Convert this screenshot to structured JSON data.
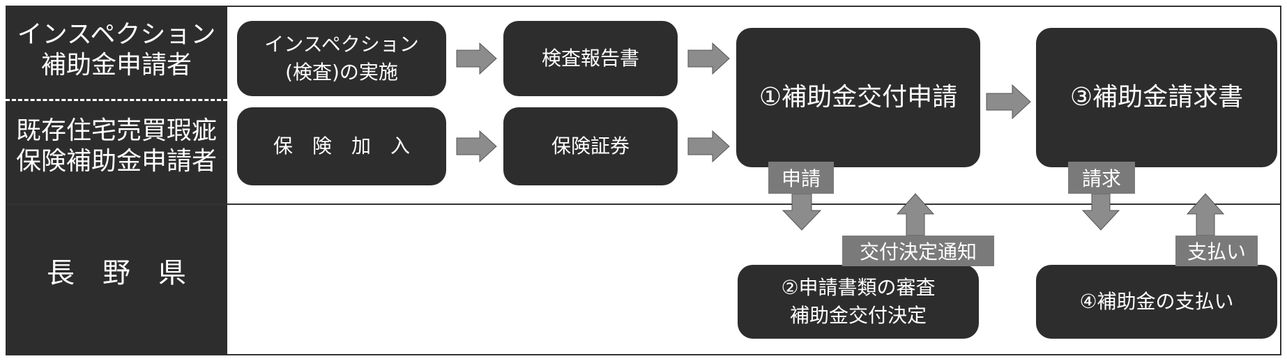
{
  "left_column": {
    "inspection_applicant": "インスペクション\n補助金申請者",
    "insurance_applicant": "既存住宅売買瑕疵\n保険補助金申請者",
    "prefecture": "長　野　県"
  },
  "boxes": {
    "inspection": "インスペクション\n(検査)の実施",
    "report": "検査報告書",
    "insurance": "保　険　加　入",
    "certificate": "保険証券",
    "grant_application": "①補助金交付申請",
    "grant_invoice": "③補助金請求書",
    "review": "②申請書類の審査\n補助金交付決定",
    "payment": "④補助金の支払い"
  },
  "tags": {
    "apply": "申請",
    "decision_notice": "交付決定通知",
    "request": "請求",
    "pay": "支払い"
  },
  "colors": {
    "box": "#2d2d2d",
    "arrow": "#8c8c8c",
    "tag": "#7a7a7a",
    "text": "#ffffff"
  }
}
